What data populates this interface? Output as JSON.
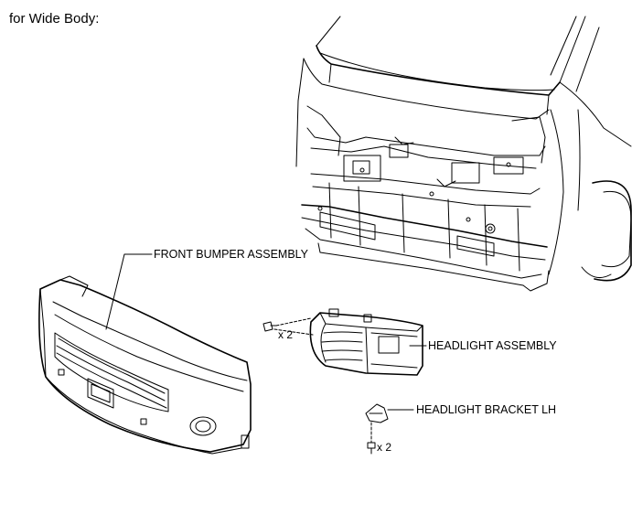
{
  "heading": "for Wide Body:",
  "labels": {
    "front_bumper": "FRONT BUMPER ASSEMBLY",
    "headlight": "HEADLIGHT ASSEMBLY",
    "bracket": "HEADLIGHT BRACKET LH"
  },
  "quantities": {
    "headlight_fastener": "x 2",
    "bracket_bolt": "x 2"
  }
}
